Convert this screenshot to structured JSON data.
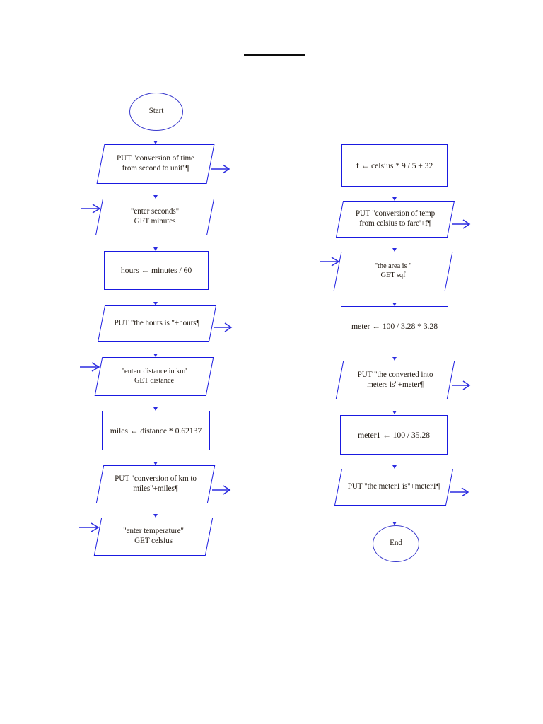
{
  "document": {
    "title_rule": "",
    "page_background": "#ffffff",
    "shape_outline_color": "#1a1ae0",
    "connector_color": "#2c2ce0",
    "text_color": "#241c14"
  },
  "flowchart": {
    "name": "unit-conversion-flowchart",
    "left_column": {
      "name": "left-flow-column",
      "nodes": [
        {
          "id": "start",
          "type": "terminator",
          "text": "Start"
        },
        {
          "id": "put-time",
          "type": "io-output",
          "text": "PUT \"conversion of time\nfrom second to unit\"¶"
        },
        {
          "id": "get-minutes",
          "type": "io-input",
          "text": "\"enter seconds\"\nGET minutes"
        },
        {
          "id": "calc-hours",
          "type": "process",
          "text": "hours ← minutes / 60"
        },
        {
          "id": "put-hours",
          "type": "io-output",
          "text": "PUT \"the hours is \"+hours¶"
        },
        {
          "id": "get-distance",
          "type": "io-input",
          "text": "\"enterr distance in km'\nGET distance"
        },
        {
          "id": "calc-miles",
          "type": "process",
          "text": "miles ← distance * 0.62137"
        },
        {
          "id": "put-miles",
          "type": "io-output",
          "text": "PUT \"conversion of km to\nmiles\"+miles¶"
        },
        {
          "id": "get-celsius",
          "type": "io-input",
          "text": "\"enter temperature\"\nGET celsius"
        }
      ]
    },
    "right_column": {
      "name": "right-flow-column",
      "nodes": [
        {
          "id": "calc-f",
          "type": "process",
          "text": "f ← celsius * 9 / 5 + 32"
        },
        {
          "id": "put-temp",
          "type": "io-output",
          "text": "PUT \"conversion of temp\nfrom celsius to fare'+f¶"
        },
        {
          "id": "get-sqf",
          "type": "io-input",
          "text": "\"the area is \"\nGET sqf"
        },
        {
          "id": "calc-meter",
          "type": "process",
          "text": "meter ← 100 / 3.28 * 3.28"
        },
        {
          "id": "put-meter",
          "type": "io-output",
          "text": "PUT \"the converted into\nmeters is\"+meter¶"
        },
        {
          "id": "calc-meter1",
          "type": "process",
          "text": "meter1 ← 100 / 35.28"
        },
        {
          "id": "put-meter1",
          "type": "io-output",
          "text": "PUT \"the meter1 is\"+meter1¶"
        },
        {
          "id": "end",
          "type": "terminator",
          "text": "End"
        }
      ]
    }
  }
}
